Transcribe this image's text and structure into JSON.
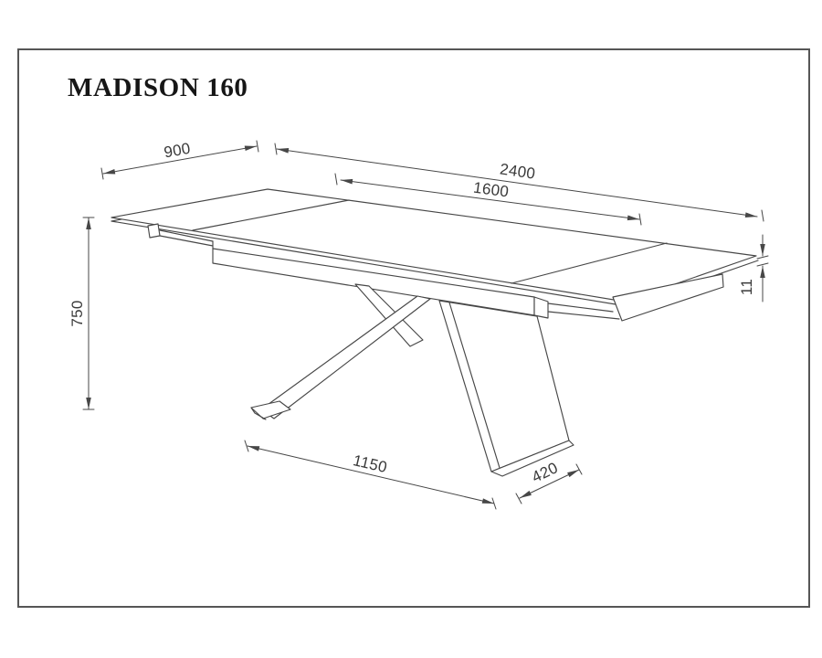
{
  "page": {
    "background": "#ffffff",
    "frame_color": "#565656",
    "line_color": "#474747",
    "label_color": "#3a3a3a",
    "title_color": "#161616"
  },
  "title": {
    "text": "MADISON 160"
  },
  "dimensions": {
    "table_depth": {
      "label": "900"
    },
    "extended_length": {
      "label": "2400"
    },
    "tabletop_length": {
      "label": "1600"
    },
    "table_height": {
      "label": "750"
    },
    "top_thickness": {
      "label": "11"
    },
    "base_length": {
      "label": "1150"
    },
    "base_foot_depth": {
      "label": "420"
    }
  }
}
